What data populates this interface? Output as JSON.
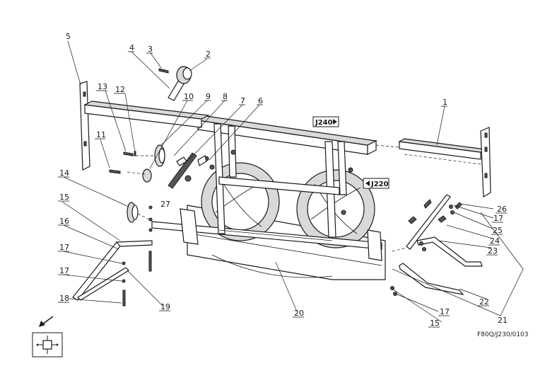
{
  "callouts": [
    "1",
    "2",
    "3",
    "4",
    "5",
    "6",
    "7",
    "8",
    "9",
    "10",
    "11",
    "12",
    "13",
    "14",
    "15",
    "16",
    "17",
    "17",
    "17",
    "17",
    "18",
    "19",
    "20",
    "21",
    "22",
    "23",
    "24",
    "25",
    "26",
    "27",
    "15"
  ],
  "refs": {
    "j240": "J240",
    "j220": "J220"
  },
  "drawing_code": "F80Q/J230/0103",
  "icons": {
    "direction": "arrow-southwest-icon",
    "orientation": "cross-square-icon"
  }
}
